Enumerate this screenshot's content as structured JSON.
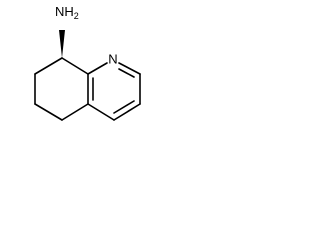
{
  "molecule": {
    "amine_group": {
      "element": "N",
      "hydrogens": "H",
      "hydrogen_count": "2"
    },
    "ring_nitrogen": "N",
    "stereo_bond": "wedge"
  }
}
